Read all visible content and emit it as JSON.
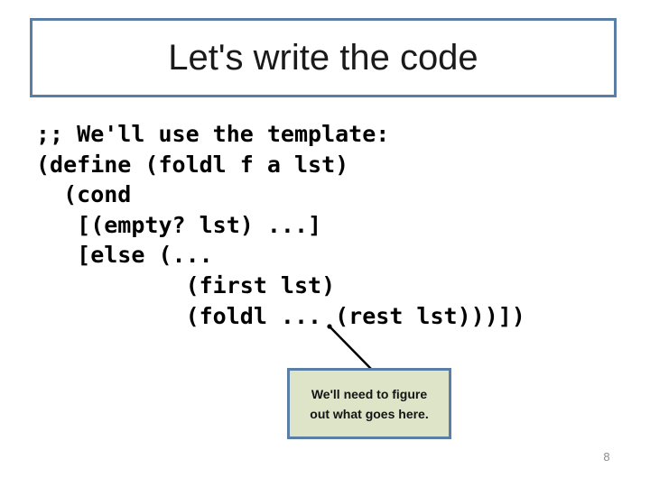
{
  "title": {
    "text": "Let's write the code"
  },
  "code": {
    "lines": [
      ";; We'll use the template:",
      "(define (foldl f a lst)",
      "  (cond",
      "   [(empty? lst) ...]",
      "   [else (...",
      "           (first lst)",
      "           (foldl ... (rest lst)))])"
    ]
  },
  "callout": {
    "line1": "We'll need to figure",
    "line2": "out what goes here."
  },
  "footer": {
    "page_number": "8"
  },
  "colors": {
    "box_border": "#5b7ea6",
    "callout_fill": "#dde4c8",
    "text": "#000000",
    "page_num": "#8c8c8c"
  }
}
